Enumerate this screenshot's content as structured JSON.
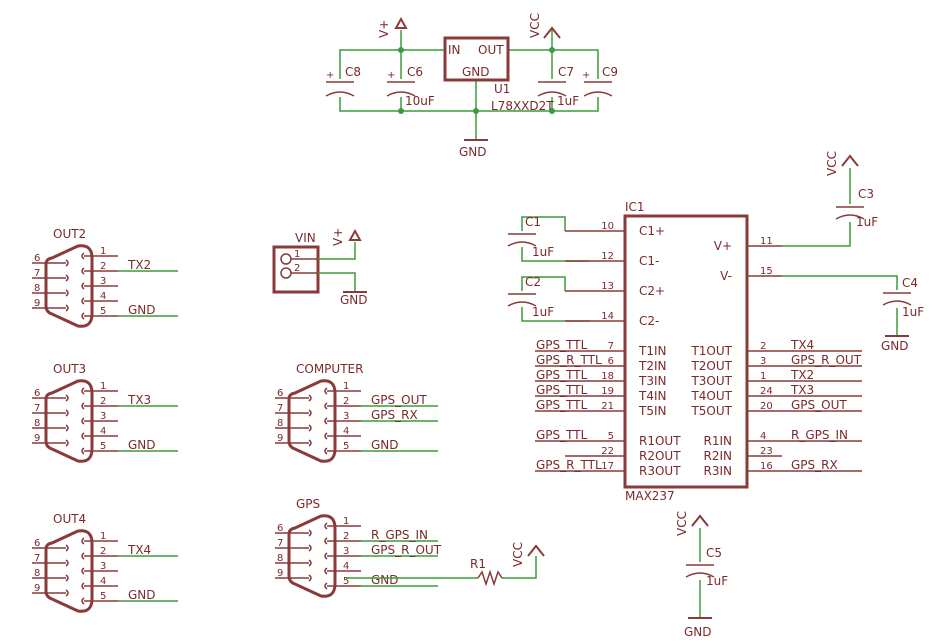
{
  "power": {
    "vplus": "V+",
    "vcc": "VCC",
    "gnd": "GND"
  },
  "regulator": {
    "ref": "U1",
    "value": "L78XXD2T",
    "pin_in": "IN",
    "pin_out": "OUT",
    "pin_gnd": "GND"
  },
  "reg_caps": [
    {
      "ref": "C8",
      "value": ""
    },
    {
      "ref": "C6",
      "value": "10uF"
    },
    {
      "ref": "C7",
      "value": "1uF"
    },
    {
      "ref": "C9",
      "value": ""
    }
  ],
  "vin": {
    "ref": "VIN",
    "p1": "1",
    "p2": "2"
  },
  "connectors": [
    {
      "ref": "OUT2",
      "nets": [
        "TX2",
        "GND"
      ]
    },
    {
      "ref": "OUT3",
      "nets": [
        "TX3",
        "GND"
      ]
    },
    {
      "ref": "OUT4",
      "nets": [
        "TX4",
        "GND"
      ]
    },
    {
      "ref": "COMPUTER",
      "nets": [
        "GPS_OUT",
        "GPS_RX",
        "GND"
      ]
    },
    {
      "ref": "GPS",
      "nets": [
        "R_GPS_IN",
        "GPS_R_OUT",
        "GND"
      ]
    }
  ],
  "db9_pins": [
    "1",
    "2",
    "3",
    "4",
    "5",
    "6",
    "7",
    "8",
    "9"
  ],
  "resistor": {
    "ref": "R1"
  },
  "ic": {
    "ref": "IC1",
    "value": "MAX237",
    "caps": [
      {
        "ref": "C1",
        "value": "1uF"
      },
      {
        "ref": "C2",
        "value": "1uF"
      },
      {
        "ref": "C3",
        "value": "1uF"
      },
      {
        "ref": "C4",
        "value": "1uF"
      },
      {
        "ref": "C5",
        "value": "1uF"
      }
    ],
    "pins_left": [
      {
        "name": "C1+",
        "num": "10",
        "net": ""
      },
      {
        "name": "C1-",
        "num": "12",
        "net": ""
      },
      {
        "name": "C2+",
        "num": "13",
        "net": ""
      },
      {
        "name": "C2-",
        "num": "14",
        "net": ""
      },
      {
        "name": "T1IN",
        "num": "7",
        "net": "GPS_TTL"
      },
      {
        "name": "T2IN",
        "num": "6",
        "net": "GPS_R_TTL"
      },
      {
        "name": "T3IN",
        "num": "18",
        "net": "GPS_TTL"
      },
      {
        "name": "T4IN",
        "num": "19",
        "net": "GPS_TTL"
      },
      {
        "name": "T5IN",
        "num": "21",
        "net": "GPS_TTL"
      },
      {
        "name": "R1OUT",
        "num": "5",
        "net": "GPS_TTL"
      },
      {
        "name": "R2OUT",
        "num": "22",
        "net": ""
      },
      {
        "name": "R3OUT",
        "num": "17",
        "net": "GPS_R_TTL"
      }
    ],
    "pins_right": [
      {
        "name": "V+",
        "num": "11",
        "net": ""
      },
      {
        "name": "V-",
        "num": "15",
        "net": ""
      },
      {
        "name": "T1OUT",
        "num": "2",
        "net": "TX4"
      },
      {
        "name": "T2OUT",
        "num": "3",
        "net": "GPS_R_OUT"
      },
      {
        "name": "T3OUT",
        "num": "1",
        "net": "TX2"
      },
      {
        "name": "T4OUT",
        "num": "24",
        "net": "TX3"
      },
      {
        "name": "T5OUT",
        "num": "20",
        "net": "GPS_OUT"
      },
      {
        "name": "R1IN",
        "num": "4",
        "net": "R_GPS_IN"
      },
      {
        "name": "R2IN",
        "num": "23",
        "net": ""
      },
      {
        "name": "R3IN",
        "num": "16",
        "net": "GPS_RX"
      }
    ]
  }
}
